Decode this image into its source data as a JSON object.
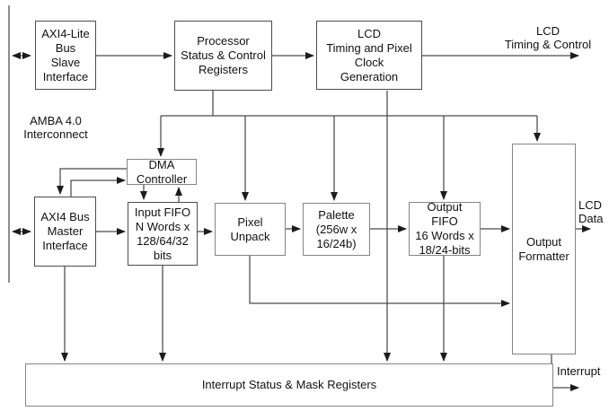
{
  "colors": {
    "line": "#4a4a4a",
    "arrowhead": "#1c1c1c",
    "box_border_dark": "#4d4d4d",
    "box_border_gray": "#848484",
    "text": "#111111",
    "background": "#ffffff"
  },
  "blocks": {
    "axi4_lite_slave": {
      "label": "AXI4-Lite\nBus\nSlave\nInterface"
    },
    "processor_registers": {
      "label": "Processor\nStatus & Control\nRegisters"
    },
    "lcd_timing_gen": {
      "label": "LCD\nTiming and Pixel\nClock\nGeneration"
    },
    "dma_controller": {
      "label": "DMA\nController"
    },
    "axi4_master": {
      "label": "AXI4 Bus\nMaster\nInterface"
    },
    "input_fifo": {
      "label": "Input FIFO\nN Words x\n128/64/32\nbits"
    },
    "pixel_unpack": {
      "label": "Pixel\nUnpack"
    },
    "palette": {
      "label": "Palette\n(256w x\n16/24b)"
    },
    "output_fifo": {
      "label": "Output\nFIFO\n16 Words x\n18/24-bits"
    },
    "output_formatter": {
      "label": "Output\nFormatter"
    },
    "interrupt_registers": {
      "label": "Interrupt Status & Mask Registers"
    }
  },
  "external_labels": {
    "amba_interconnect": "AMBA 4.0\nInterconnect",
    "lcd_timing_control": "LCD\nTiming & Control",
    "lcd_data": "LCD\nData",
    "interrupt": "Interrupt"
  }
}
